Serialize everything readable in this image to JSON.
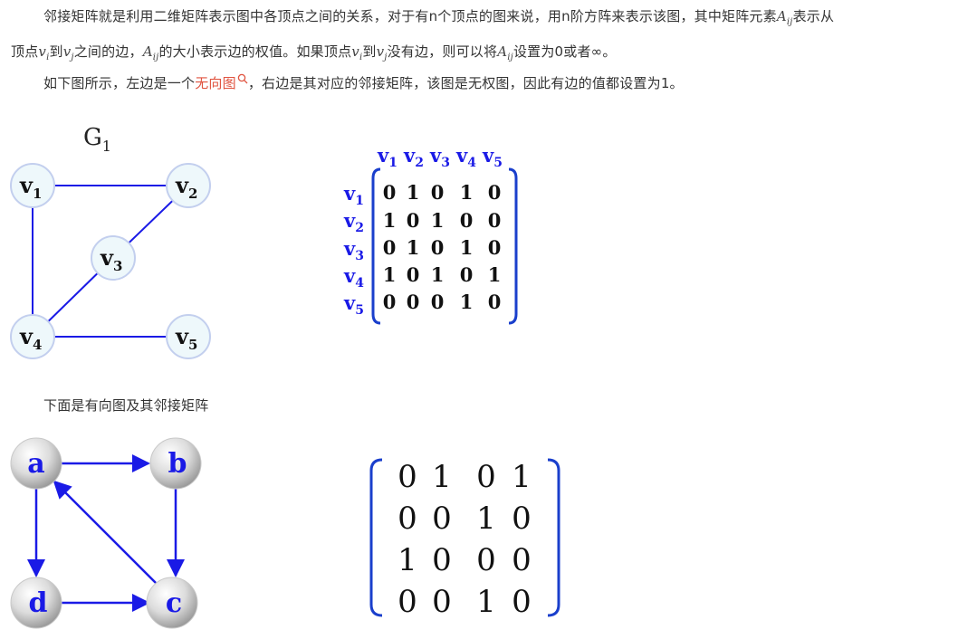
{
  "intro": {
    "p1_text_1": "邻接矩阵就是利用二维矩阵表示图中各顶点之间的关系，对于有n个顶点的图来说，用n阶方阵来表示该图，其中矩阵元素",
    "p1_text_2": "表示从",
    "p1_text_3": "顶点",
    "p1_text_4": "到",
    "p1_text_5": "之间的边，",
    "p1_text_6": "的大小表示边的权值。如果顶点",
    "p1_text_7": "到",
    "p1_text_8": "没有边，则可以将",
    "p1_text_9": "设置为0或者∞。",
    "sym_A": "A",
    "sym_ij": "ij",
    "sym_v": "v",
    "sym_i": "i",
    "sym_j": "j"
  },
  "para2": {
    "before": "如下图所示，左边是一个",
    "link": "无向图",
    "after": "，右边是其对应的邻接矩阵，该图是无权图，因此有边的值都设置为1。"
  },
  "undirected": {
    "title_letter": "G",
    "title_sub": "1",
    "nodes": [
      {
        "letter": "v",
        "sub": "1"
      },
      {
        "letter": "v",
        "sub": "2"
      },
      {
        "letter": "v",
        "sub": "3"
      },
      {
        "letter": "v",
        "sub": "4"
      },
      {
        "letter": "v",
        "sub": "5"
      }
    ],
    "matrix": {
      "col_headers": [
        {
          "letter": "v",
          "sub": "1"
        },
        {
          "letter": "v",
          "sub": "2"
        },
        {
          "letter": "v",
          "sub": "3"
        },
        {
          "letter": "v",
          "sub": "4"
        },
        {
          "letter": "v",
          "sub": "5"
        }
      ],
      "row_headers": [
        {
          "letter": "v",
          "sub": "1"
        },
        {
          "letter": "v",
          "sub": "2"
        },
        {
          "letter": "v",
          "sub": "3"
        },
        {
          "letter": "v",
          "sub": "4"
        },
        {
          "letter": "v",
          "sub": "5"
        }
      ],
      "rows": [
        [
          "0",
          "1",
          "0",
          "1",
          "0"
        ],
        [
          "1",
          "0",
          "1",
          "0",
          "0"
        ],
        [
          "0",
          "1",
          "0",
          "1",
          "0"
        ],
        [
          "1",
          "0",
          "1",
          "0",
          "1"
        ],
        [
          "0",
          "0",
          "0",
          "1",
          "0"
        ]
      ]
    }
  },
  "directed": {
    "caption": "下面是有向图及其邻接矩阵",
    "nodes": [
      "a",
      "b",
      "c",
      "d"
    ],
    "matrix": {
      "rows": [
        [
          "0",
          "1",
          "0",
          "1"
        ],
        [
          "0",
          "0",
          "1",
          "0"
        ],
        [
          "1",
          "0",
          "0",
          "0"
        ],
        [
          "0",
          "0",
          "1",
          "0"
        ]
      ]
    }
  },
  "colors": {
    "graph_blue": "#1a1ae6",
    "bracket_blue": "#1a3fcc",
    "link_red": "#e0533f",
    "node_fill": "#eef8fb",
    "node_stroke": "#c3cfee"
  },
  "icons": [
    "search-icon"
  ]
}
